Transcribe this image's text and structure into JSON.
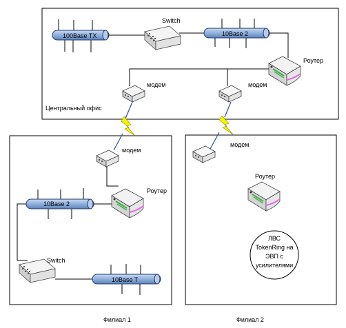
{
  "labels": {
    "central_office": "Центральный офис",
    "branch1": "Филиал 1",
    "branch2": "Филиал 2",
    "bus_100basetx": "100Base TX",
    "bus_10base2_central": "10Base 2",
    "bus_10base2_branch1": "10Base 2",
    "bus_10baset": "10Base T",
    "switch_central": "Switch",
    "switch_branch1": "Switch",
    "router_central": "Роутер",
    "router_branch1": "Роутер",
    "router_branch2": "Роутер",
    "modem_central_left": "модем",
    "modem_central_right": "модем",
    "modem_branch1": "модем",
    "modem_branch2": "модем",
    "tokenring_line1": "ЛВС",
    "tokenring_line2": "TokenRing на",
    "tokenring_line3": "ЭВП с",
    "tokenring_line4": "усилителями"
  },
  "colors": {
    "bus_fill": "#8fb0dd",
    "bus_stroke": "#1f3a6b",
    "lightning": "#f4f400",
    "device_body": "#e8e8e8",
    "router_accent_green": "#3fb24a",
    "router_accent_pink": "#e070e0"
  }
}
